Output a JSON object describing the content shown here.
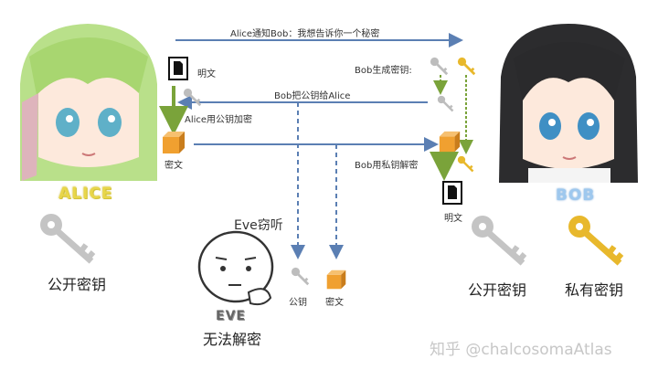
{
  "messages": {
    "alice_notify": "Alice通知Bob：我想告诉你一个秘密",
    "bob_generate": "Bob生成密钥:",
    "bob_send_public": "Bob把公钥给Alice",
    "alice_encrypt": "Alice用公钥加密",
    "bob_decrypt": "Bob用私钥解密",
    "eve_listen": "Eve窃听"
  },
  "labels": {
    "alice_plaintext": "明文",
    "alice_ciphertext": "密文",
    "bob_plaintext": "明文",
    "eve_public_key": "公钥",
    "eve_ciphertext": "密文"
  },
  "characters": {
    "alice": "ALICE",
    "bob": "BOB",
    "eve": "EVE"
  },
  "keys": {
    "alice_public": "公开密钥",
    "bob_public": "公开密钥",
    "bob_private": "私有密钥"
  },
  "eve_result": "无法解密",
  "watermark": "知乎 @chalcosomaAtlas",
  "colors": {
    "blue_arrow": "#5b7fb3",
    "green_arrow": "#7aa33a",
    "public_key": "#bdbdbd",
    "private_key": "#e8b82c",
    "box": "#f0a030"
  }
}
